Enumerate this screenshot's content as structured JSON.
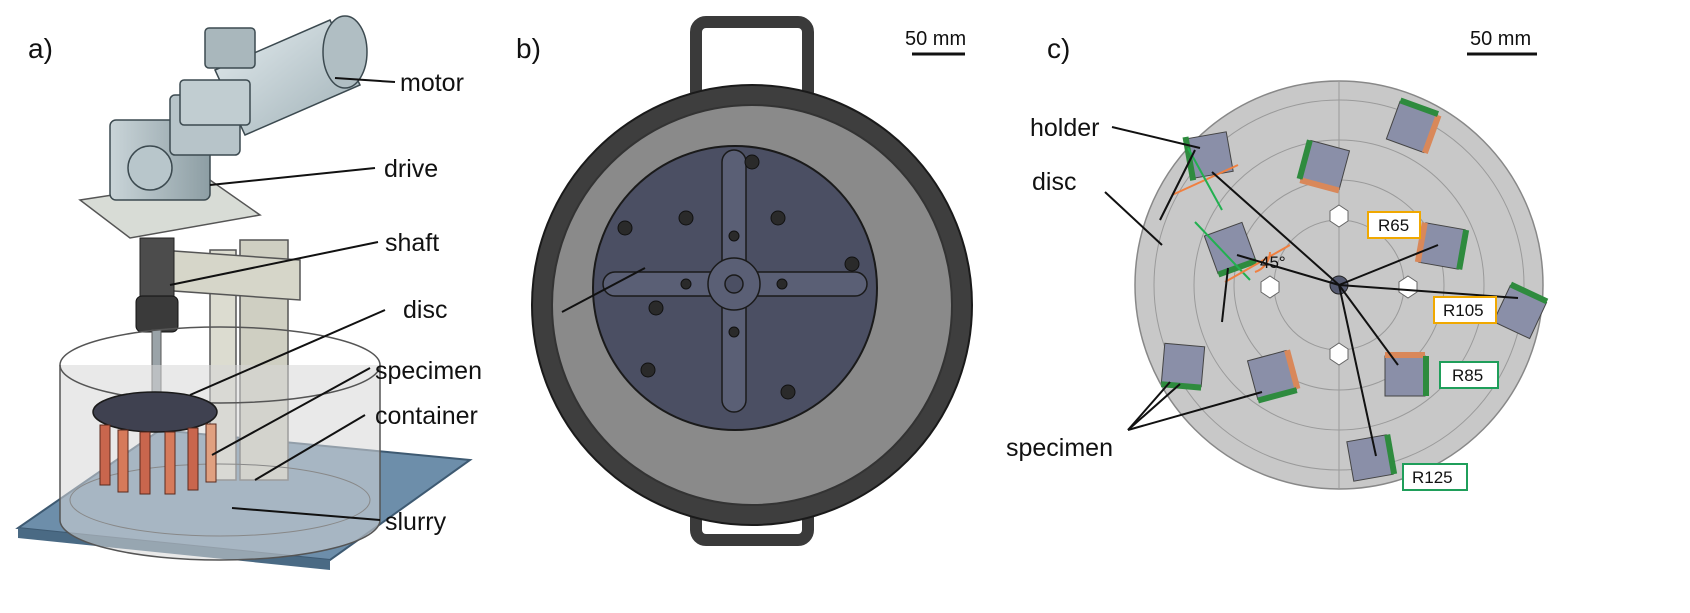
{
  "panels": {
    "a": {
      "letter": "a)",
      "labels": {
        "motor": "motor",
        "drive": "drive",
        "shaft": "shaft",
        "disc": "disc",
        "specimen": "specimen",
        "container": "container",
        "slurry": "slurry"
      }
    },
    "b": {
      "letter": "b)",
      "scale_bar": "50 mm"
    },
    "c": {
      "letter": "c)",
      "scale_bar": "50 mm",
      "labels": {
        "holder": "holder",
        "disc": "disc",
        "specimen": "specimen",
        "angle": "45°"
      },
      "radius_tags": [
        {
          "text": "R65",
          "color": "#f0a800"
        },
        {
          "text": "R105",
          "color": "#f0a800"
        },
        {
          "text": "R85",
          "color": "#1f9e5a"
        },
        {
          "text": "R125",
          "color": "#1f9e5a"
        }
      ]
    }
  },
  "colors": {
    "specimen_orange": "#d9885a",
    "specimen_green": "#2e8b3e",
    "disc_gray": "#c8c8c8",
    "holder_blue": "#8a8fa8"
  }
}
